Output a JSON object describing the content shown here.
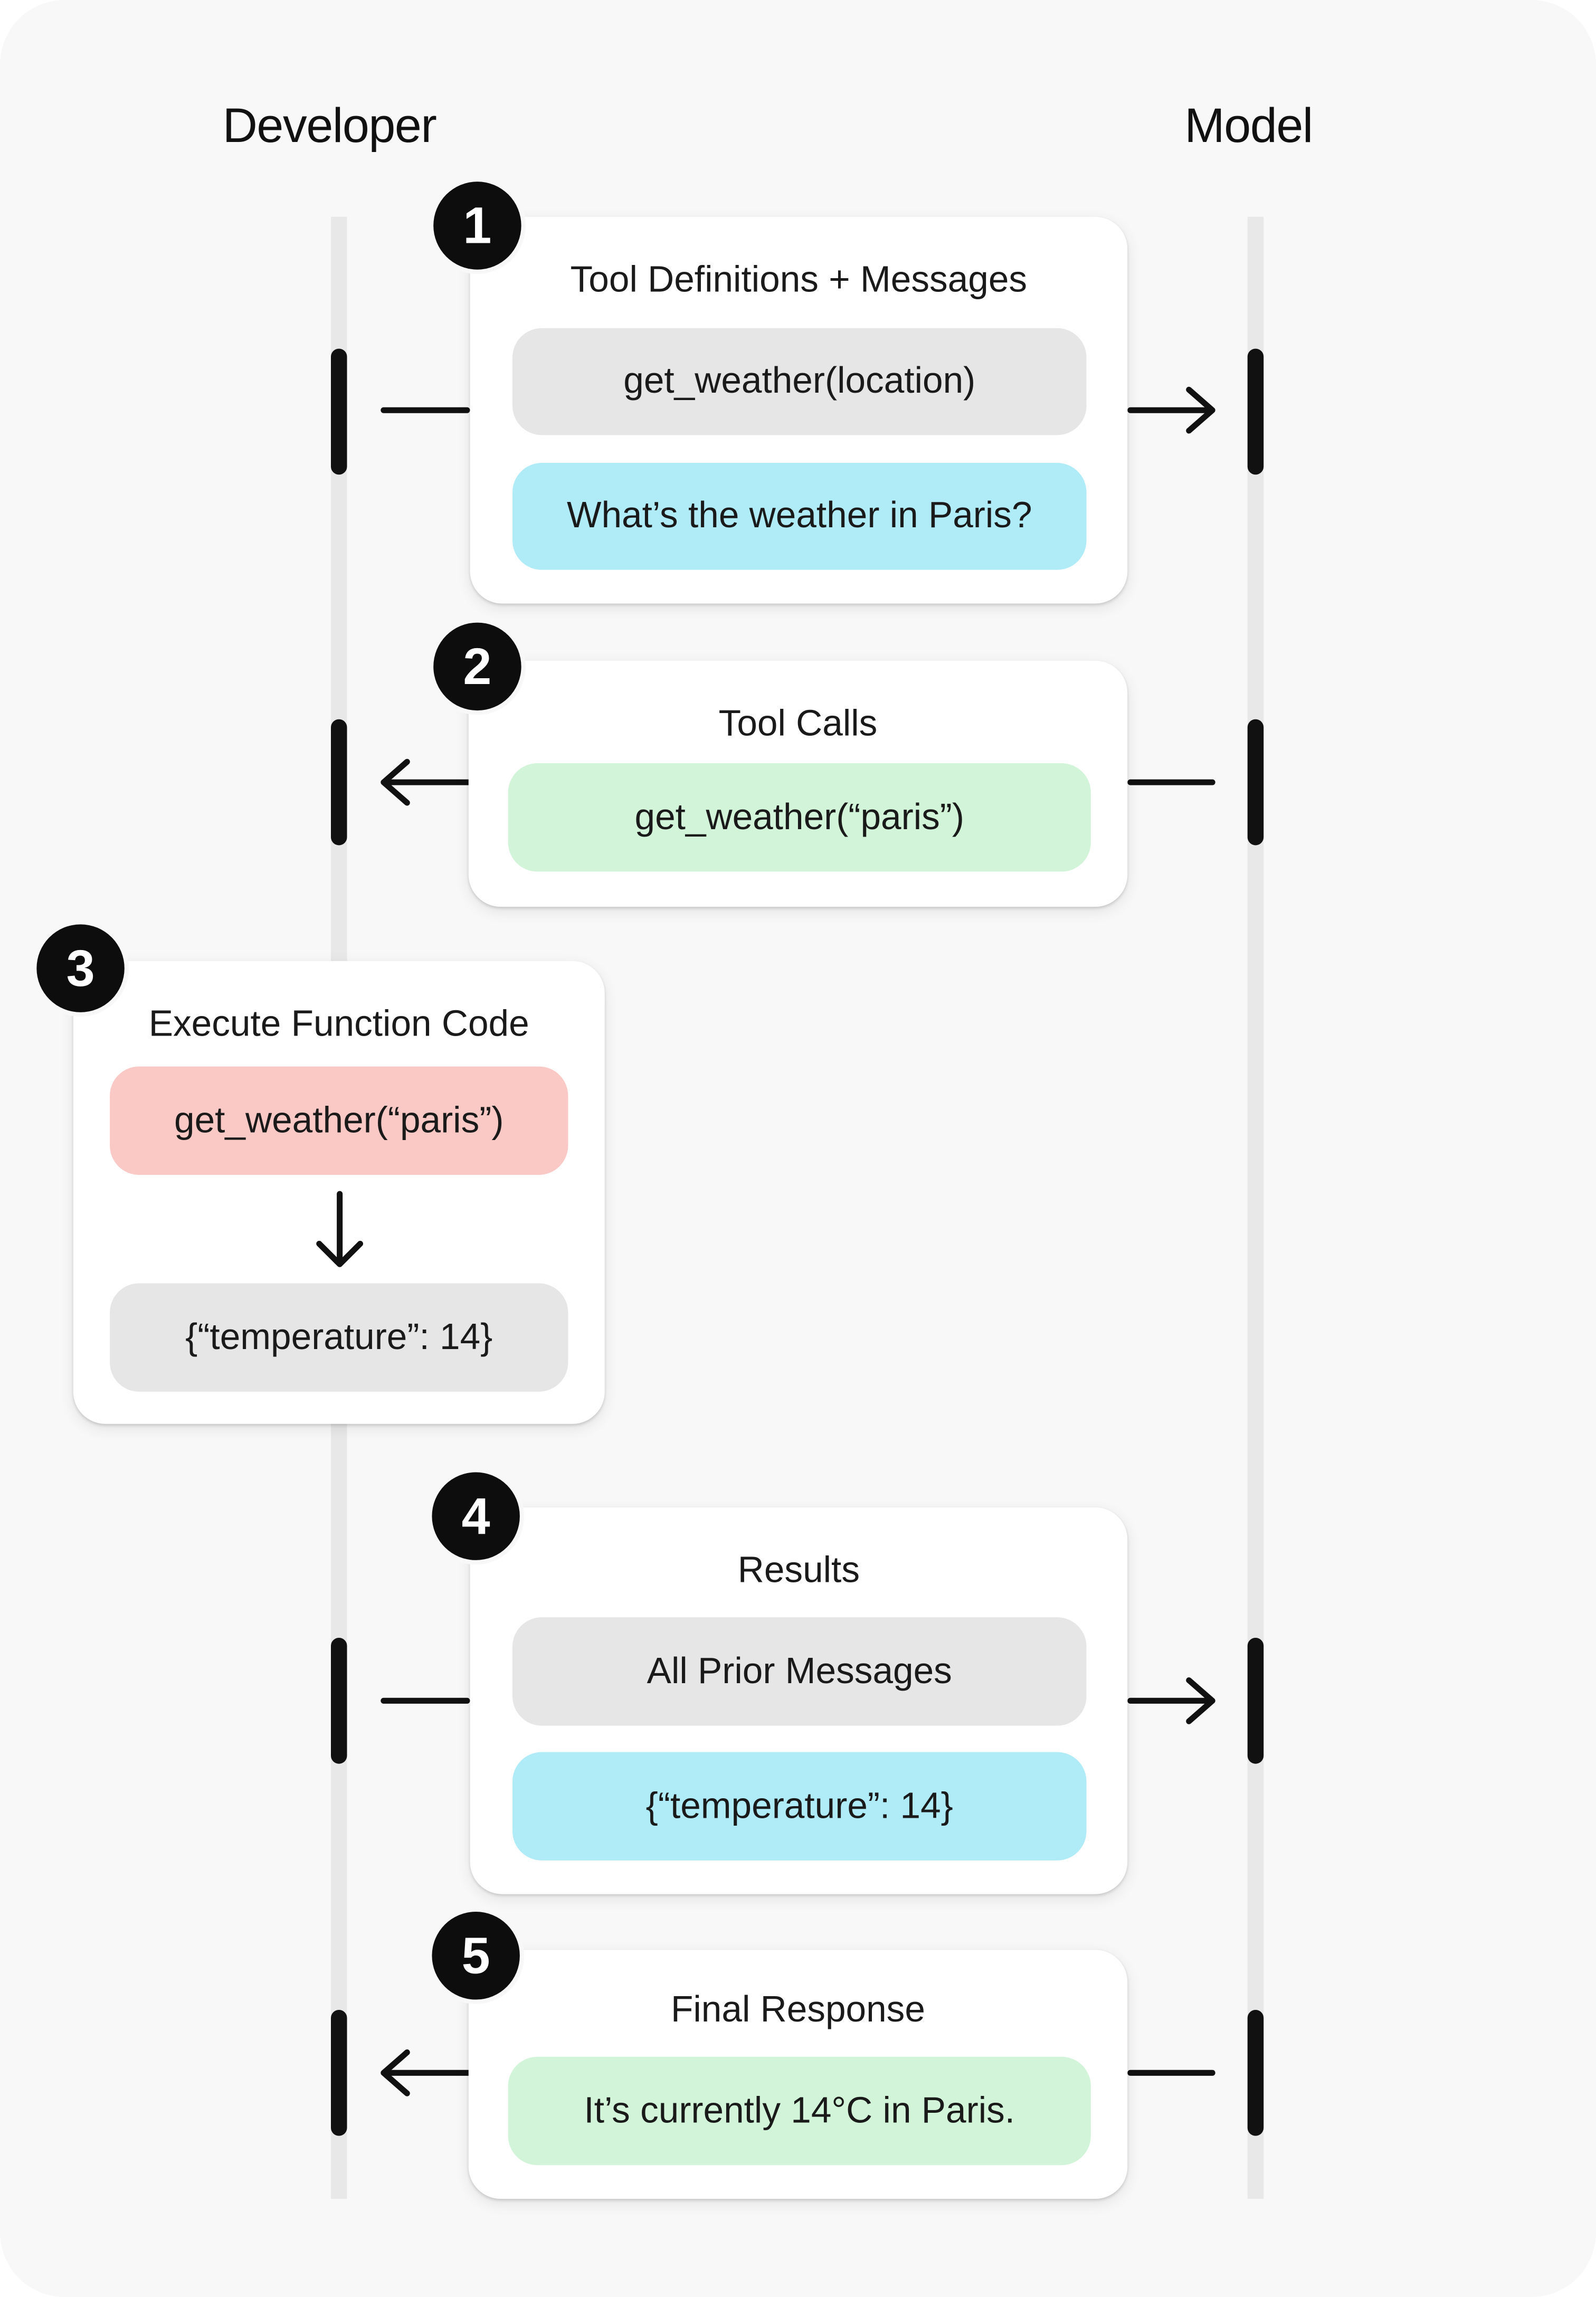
{
  "actors": {
    "developer": "Developer",
    "model": "Model"
  },
  "colors": {
    "gray_pill": "#e6e6e6",
    "blue_pill": "#b0ebf8",
    "green_pill": "#d2f5d9",
    "red_pill": "#fbc9c5",
    "badge": "#0d0d0d"
  },
  "steps": [
    {
      "number": "1",
      "title": "Tool Definitions + Messages",
      "direction": "developer-to-model",
      "items": [
        "get_weather(location)",
        "What’s the weather in Paris?"
      ]
    },
    {
      "number": "2",
      "title": "Tool Calls",
      "direction": "model-to-developer",
      "items": [
        "get_weather(“paris”)"
      ]
    },
    {
      "number": "3",
      "title": "Execute Function Code",
      "direction": "developer-local",
      "items": [
        "get_weather(“paris”)",
        "{“temperature”: 14}"
      ]
    },
    {
      "number": "4",
      "title": "Results",
      "direction": "developer-to-model",
      "items": [
        "All Prior Messages",
        "{“temperature”: 14}"
      ]
    },
    {
      "number": "5",
      "title": "Final Response",
      "direction": "model-to-developer",
      "items": [
        "It’s currently 14°C in Paris."
      ]
    }
  ]
}
